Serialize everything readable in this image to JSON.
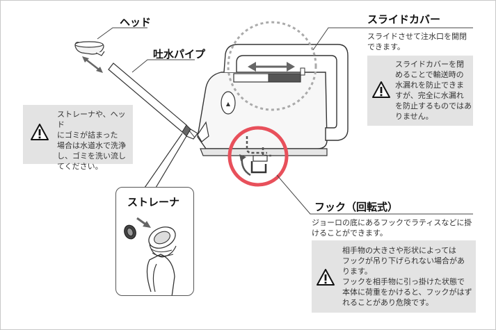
{
  "labels": {
    "head": "ヘッド",
    "spout_pipe": "吐水パイプ",
    "strainer": "ストレーナ",
    "slide_cover": "スライドカバー",
    "hook": "フック（回転式）"
  },
  "slide_cover_desc": [
    "スライドさせて注水口を開閉",
    "できます。"
  ],
  "hook_desc": [
    "ジョーロの底にあるフックでラティスなどに掛",
    "けることができます。"
  ],
  "warnings": {
    "strainer": [
      "ストレーナや、ヘッド",
      "にゴミが詰まった",
      "場合は水道水で洗浄",
      "し、ゴミを洗い流し",
      "てください。"
    ],
    "slide_cover": [
      "スライドカバーを閉",
      "めることで輸送時の",
      "水漏れを防止できま",
      "すが、完全に水漏れ",
      "を防止するものではあ",
      "りません。"
    ],
    "hook": [
      "相手物の大きさや形状によっては",
      "フックが吊り下げられない場合があ",
      "ります。",
      "フックを相手物に引っ掛けた状態で",
      "本体に荷重をかけると、フックがはず",
      "れることがあり危険です。"
    ]
  },
  "icons": {
    "warning": "warning-triangle-icon"
  },
  "colors": {
    "highlight_circle": "#e8505b",
    "dashed_circle": "#aaaaaa",
    "warning_box": "#e3e3e3",
    "slide_panel": "#555555"
  }
}
